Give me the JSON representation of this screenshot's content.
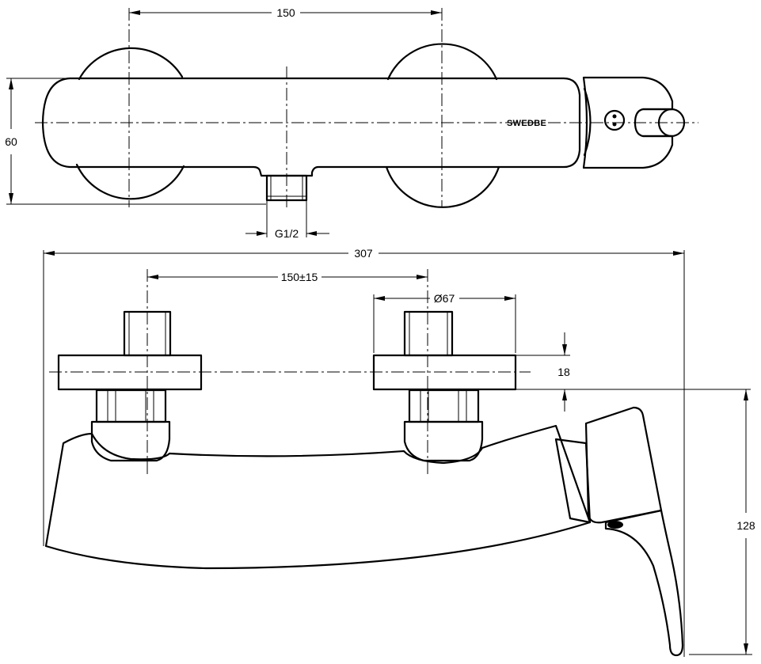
{
  "brand": "SWEDBE",
  "dimensions": {
    "top_centers": "150",
    "height_top": "60",
    "thread": "G1/2",
    "overall_width": "307",
    "centers_range": "150±15",
    "rosette_diameter": "Ø67",
    "rosette_depth": "18",
    "height_front": "128"
  }
}
